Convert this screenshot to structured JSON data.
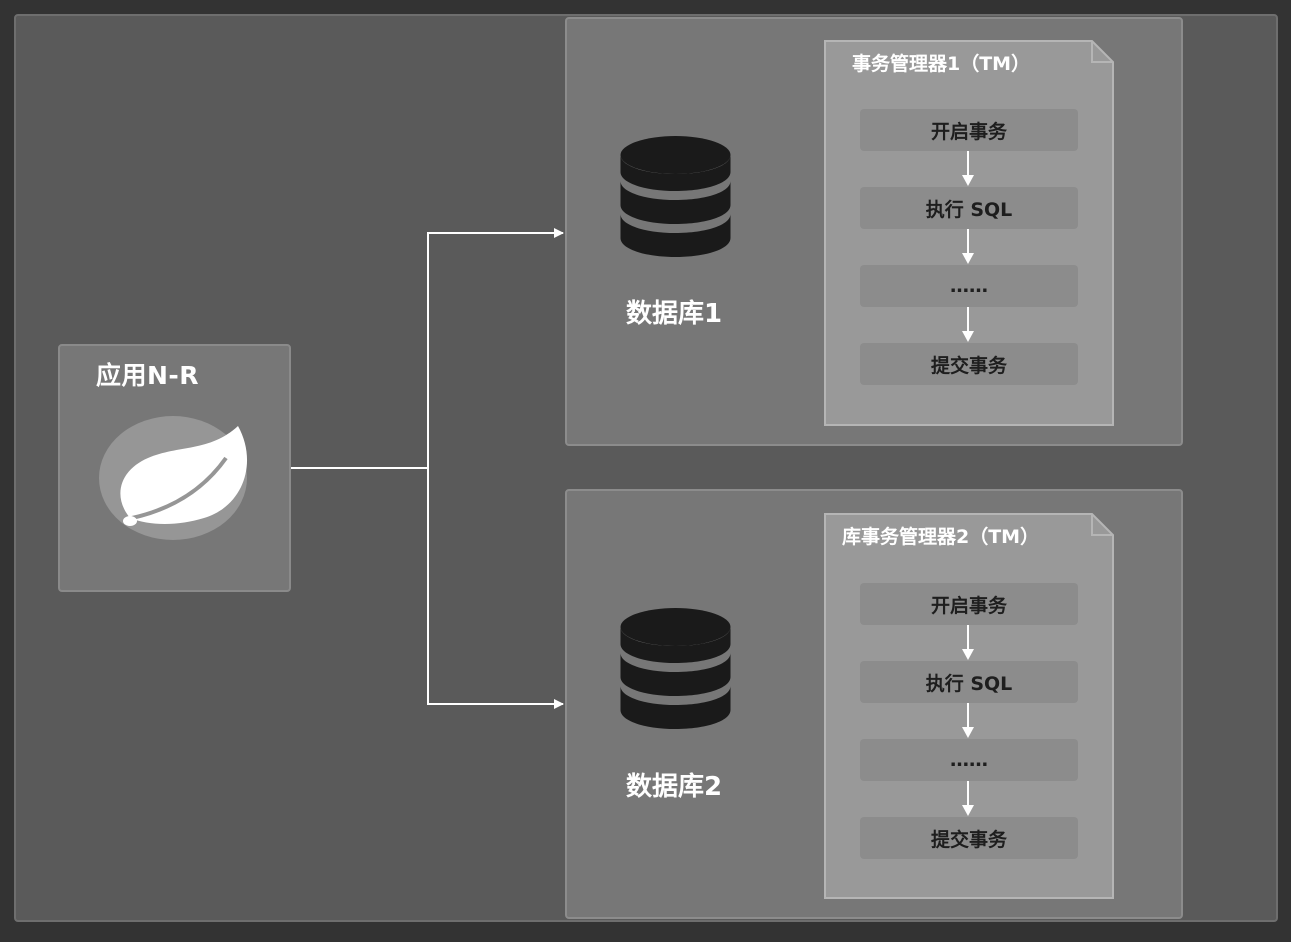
{
  "app": {
    "title": "应用N-R",
    "icon": "spring-leaf-icon"
  },
  "databases": [
    {
      "label": "数据库1",
      "icon": "database-icon",
      "tm_title": "事务管理器1（TM）",
      "steps": [
        "开启事务",
        "执行 SQL",
        "……",
        "提交事务"
      ]
    },
    {
      "label": "数据库2",
      "icon": "database-icon",
      "tm_title": "库事务管理器2（TM）",
      "steps": [
        "开启事务",
        "执行 SQL",
        "……",
        "提交事务"
      ]
    }
  ],
  "colors": {
    "background": "#5a5a5a",
    "panel": "#777777",
    "doc": "#999999",
    "step": "#8c8c8c",
    "connector": "#ffffff",
    "db_icon": "#1a1a1a"
  }
}
